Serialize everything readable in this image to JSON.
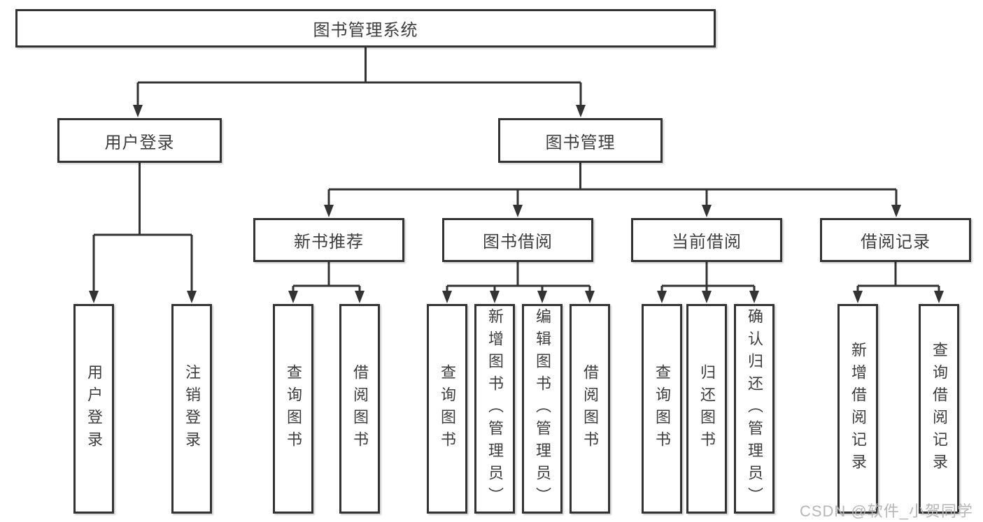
{
  "diagram": {
    "root": "图书管理系统",
    "branches": [
      {
        "label": "用户登录",
        "children": [
          "用户登录",
          "注销登录"
        ]
      },
      {
        "label": "图书管理",
        "children": [
          {
            "label": "新书推荐",
            "children": [
              "查询图书",
              "借阅图书"
            ]
          },
          {
            "label": "图书借阅",
            "children": [
              "查询图书",
              "新增图书（管理员）",
              "编辑图书（管理员）",
              "借阅图书"
            ]
          },
          {
            "label": "当前借阅",
            "children": [
              "查询图书",
              "归还图书",
              "确认归还（管理员）"
            ]
          },
          {
            "label": "借阅记录",
            "children": [
              "新增借阅记录",
              "查询借阅记录"
            ]
          }
        ]
      }
    ]
  },
  "watermark": "CSDN @软件_小贺同学",
  "colors": {
    "line": "#333333",
    "text": "#3d3d3d",
    "box_background": "#ffffff",
    "page_background": "#ffffff",
    "watermark": "#b3b3b3"
  }
}
